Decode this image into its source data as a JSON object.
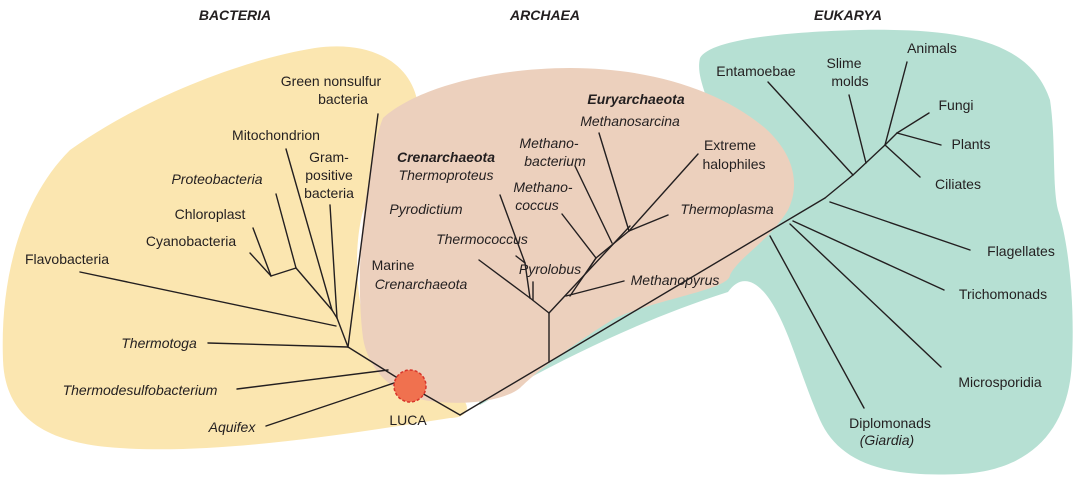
{
  "domains": {
    "bacteria": "BACTERIA",
    "archaea": "ARCHAEA",
    "eukarya": "EUKARYA"
  },
  "bacteria": {
    "green_nonsulfur_1": "Green nonsulfur",
    "green_nonsulfur_2": "bacteria",
    "mitochondrion": "Mitochondrion",
    "gram_1": "Gram-",
    "gram_2": "positive",
    "gram_3": "bacteria",
    "proteobacteria": "Proteobacteria",
    "chloroplast": "Chloroplast",
    "cyanobacteria": "Cyanobacteria",
    "flavobacteria": "Flavobacteria",
    "thermotoga": "Thermotoga",
    "thermodesulfobacterium": "Thermodesulfobacterium",
    "aquifex": "Aquifex"
  },
  "archaea": {
    "euryarchaeota": "Euryarchaeota",
    "methanosarcina": "Methanosarcina",
    "methanobacterium_1": "Methano-",
    "methanobacterium_2": "bacterium",
    "extreme_halophiles_1": "Extreme",
    "extreme_halophiles_2": "halophiles",
    "crenarchaeota": "Crenarchaeota",
    "thermoproteus": "Thermoproteus",
    "methanococcus_1": "Methano-",
    "methanococcus_2": "coccus",
    "thermoplasma": "Thermoplasma",
    "pyrodictium": "Pyrodictium",
    "thermococcus": "Thermococcus",
    "marine_1": "Marine",
    "marine_2": "Crenarchaeota",
    "pyrolobus": "Pyrolobus",
    "methanopyrus": "Methanopyrus"
  },
  "eukarya": {
    "entamoebae": "Entamoebae",
    "slime_molds_1": "Slime",
    "slime_molds_2": "molds",
    "animals": "Animals",
    "fungi": "Fungi",
    "plants": "Plants",
    "ciliates": "Ciliates",
    "flagellates": "Flagellates",
    "trichomonads": "Trichomonads",
    "microsporidia": "Microsporidia",
    "diplomonads_1": "Diplomonads",
    "diplomonads_2": "(Giardia)"
  },
  "root": {
    "luca": "LUCA"
  },
  "colors": {
    "bacteria_region": "#fbe6b0",
    "archaea_region": "#ecd0bd",
    "eukarya_region": "#b6e0d3",
    "luca_fill": "#f0714f",
    "luca_stroke": "#d8352b",
    "line": "#231f20"
  }
}
